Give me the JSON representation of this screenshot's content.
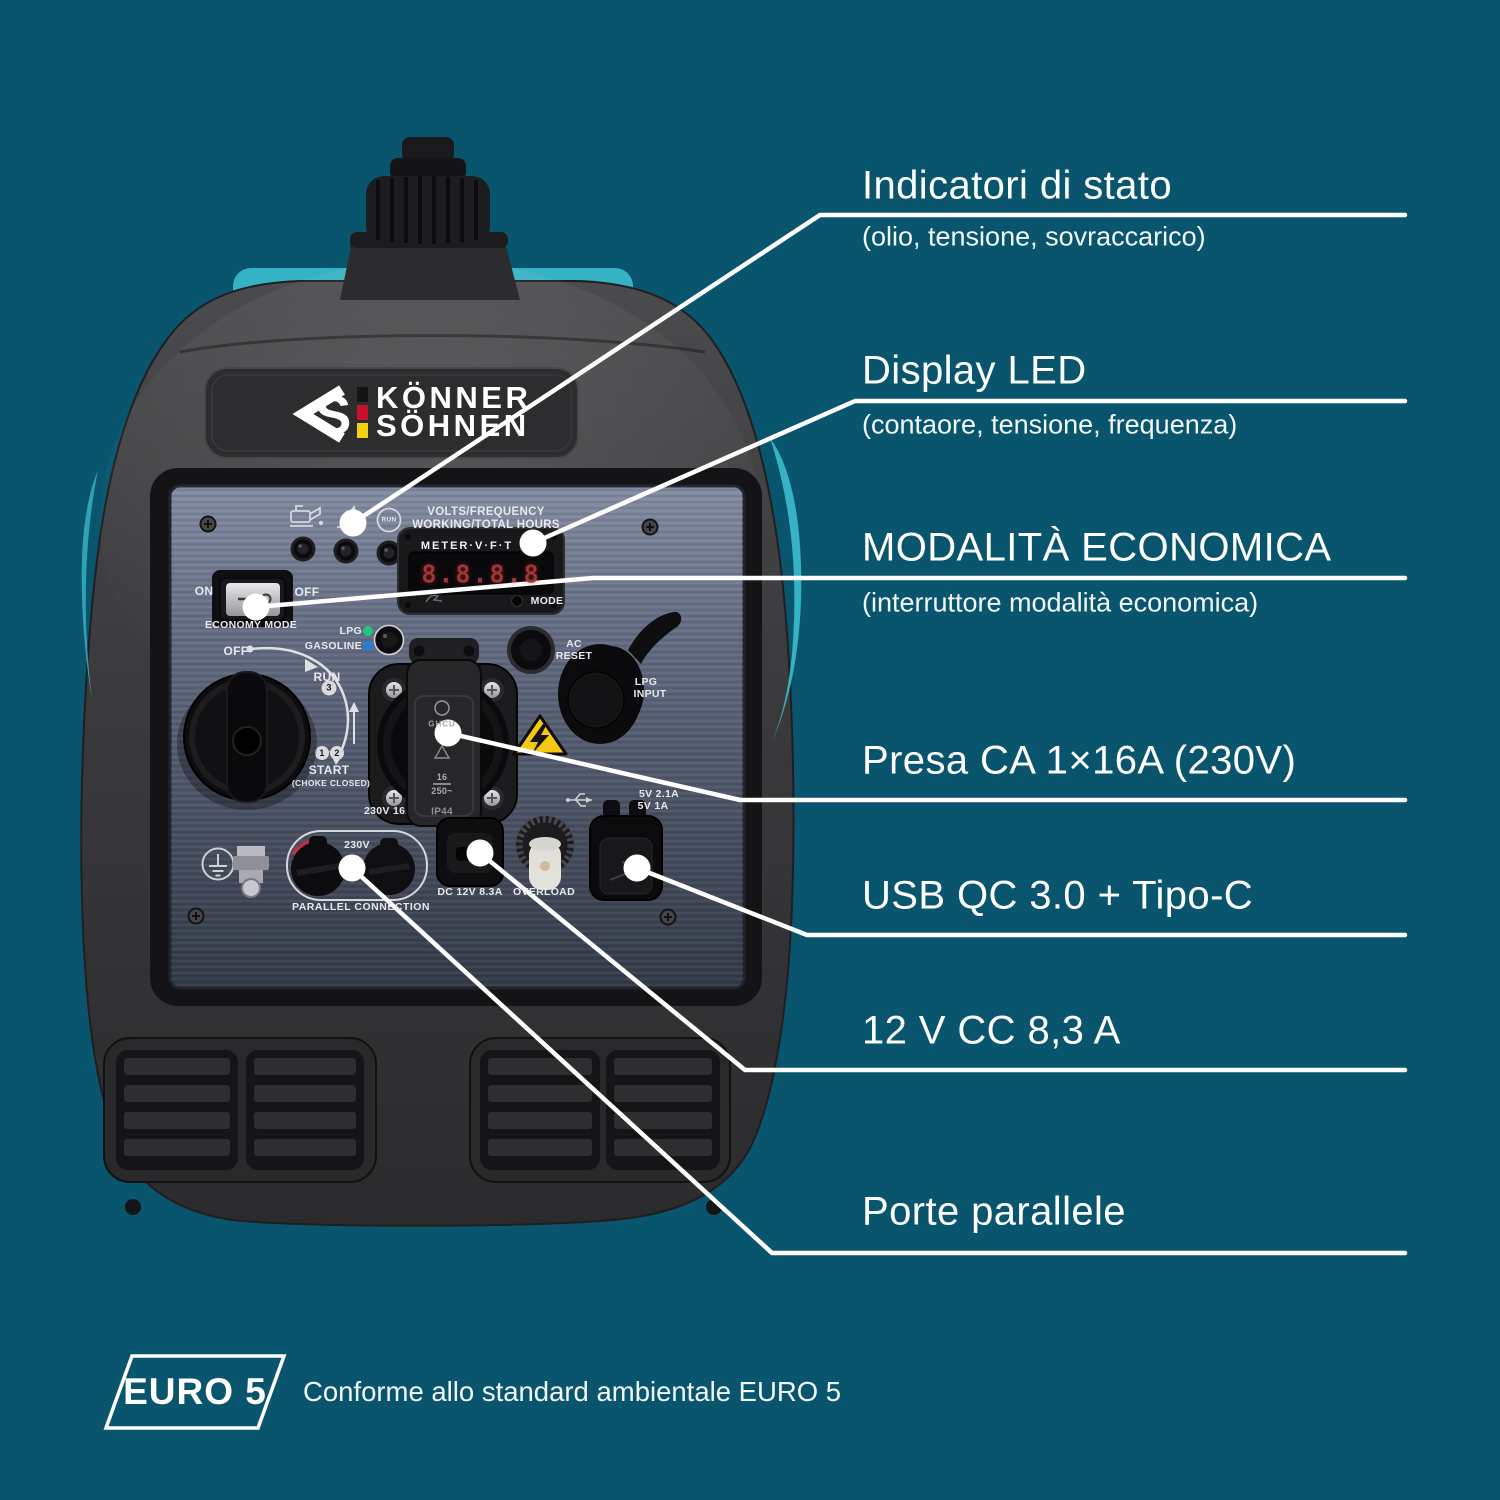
{
  "background": "#0A556E",
  "accent_teal": "#35B2C4",
  "line_color": "#FFFFFF",
  "callouts": [
    {
      "title": "Indicatori di stato",
      "subtitle": "(olio, tensione, sovraccarico)"
    },
    {
      "title": "Display LED",
      "subtitle": "(contaore, tensione, frequenza)"
    },
    {
      "title": "MODALITÀ ECONOMICA",
      "subtitle": "(interruttore modalità economica)"
    },
    {
      "title": "Presa CA 1×16A (230V)"
    },
    {
      "title": "USB QC 3.0 + Tipo-C"
    },
    {
      "title": "12 V CC 8,3 A"
    },
    {
      "title": "Porte parallele"
    }
  ],
  "badge": {
    "label": "EURO 5",
    "caption": "Conforme allo standard ambientale EURO 5"
  },
  "brand": {
    "monogram": "S",
    "line1": "KÖNNER",
    "line2": "SÖHNEN",
    "flag_colors": [
      "#141414",
      "#C8102E",
      "#F5D013"
    ]
  },
  "panel": {
    "meter_header_1": "VOLTS/FREQUENCY",
    "meter_header_2": "WORKING/TOTAL HOURS",
    "meter_brand": "METER·V·F·T",
    "meter_display": "8.8.8.8",
    "meter_mode": "MODE",
    "indicator_run": "RUN",
    "economy_on": "ON",
    "economy_off": "OFF",
    "economy_label": "ECONOMY MODE",
    "fuel_lpg": "LPG",
    "fuel_gasoline": "GASOLINE",
    "fuel_lpg_color": "#1FC77C",
    "fuel_gasoline_color": "#1F7FE0",
    "dial_off": "OFF",
    "dial_run": "RUN",
    "dial_num_run": "3",
    "dial_num_start_1": "1",
    "dial_num_start_2": "2",
    "dial_start": "START",
    "dial_choke": "(CHOKE CLOSED)",
    "ac_reset_1": "AC",
    "ac_reset_2": "RESET",
    "lpg_input_1": "LPG",
    "lpg_input_2": "INPUT",
    "socket_brand": "GHCU",
    "socket_rating_top": "16",
    "socket_rating_bottom": "250~",
    "socket_ip": "IP44",
    "socket_label": "230V 16A",
    "usb_label_1": "5V 2.1A",
    "usb_label_2": "5V 1A",
    "dc_label": "DC 12V 8.3A",
    "overload_label": "OVERLOAD",
    "parallel_voltage": "230V",
    "parallel_label": "PARALLEL CONNECTION"
  }
}
